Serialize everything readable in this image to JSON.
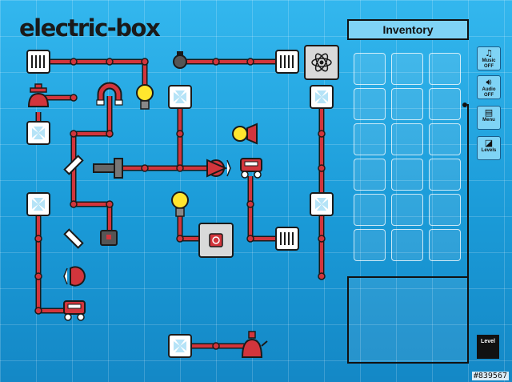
{
  "app": {
    "logo_text": "electric-box"
  },
  "inventory": {
    "title": "Inventory",
    "slot_count": 18
  },
  "sidebar": {
    "music": {
      "label": "Music OFF",
      "icon": "music-note-icon"
    },
    "audio": {
      "label": "Audio OFF",
      "icon": "speaker-icon"
    },
    "menu": {
      "label": "Menu",
      "icon": "menu-icon"
    },
    "levels": {
      "label": "Levels",
      "icon": "levels-icon"
    }
  },
  "level_button": {
    "label": "Level"
  },
  "color_code": "#839567",
  "colors": {
    "wire": "#c8323a",
    "background": "#1ea3e0",
    "panel": "#7fd3f5"
  }
}
